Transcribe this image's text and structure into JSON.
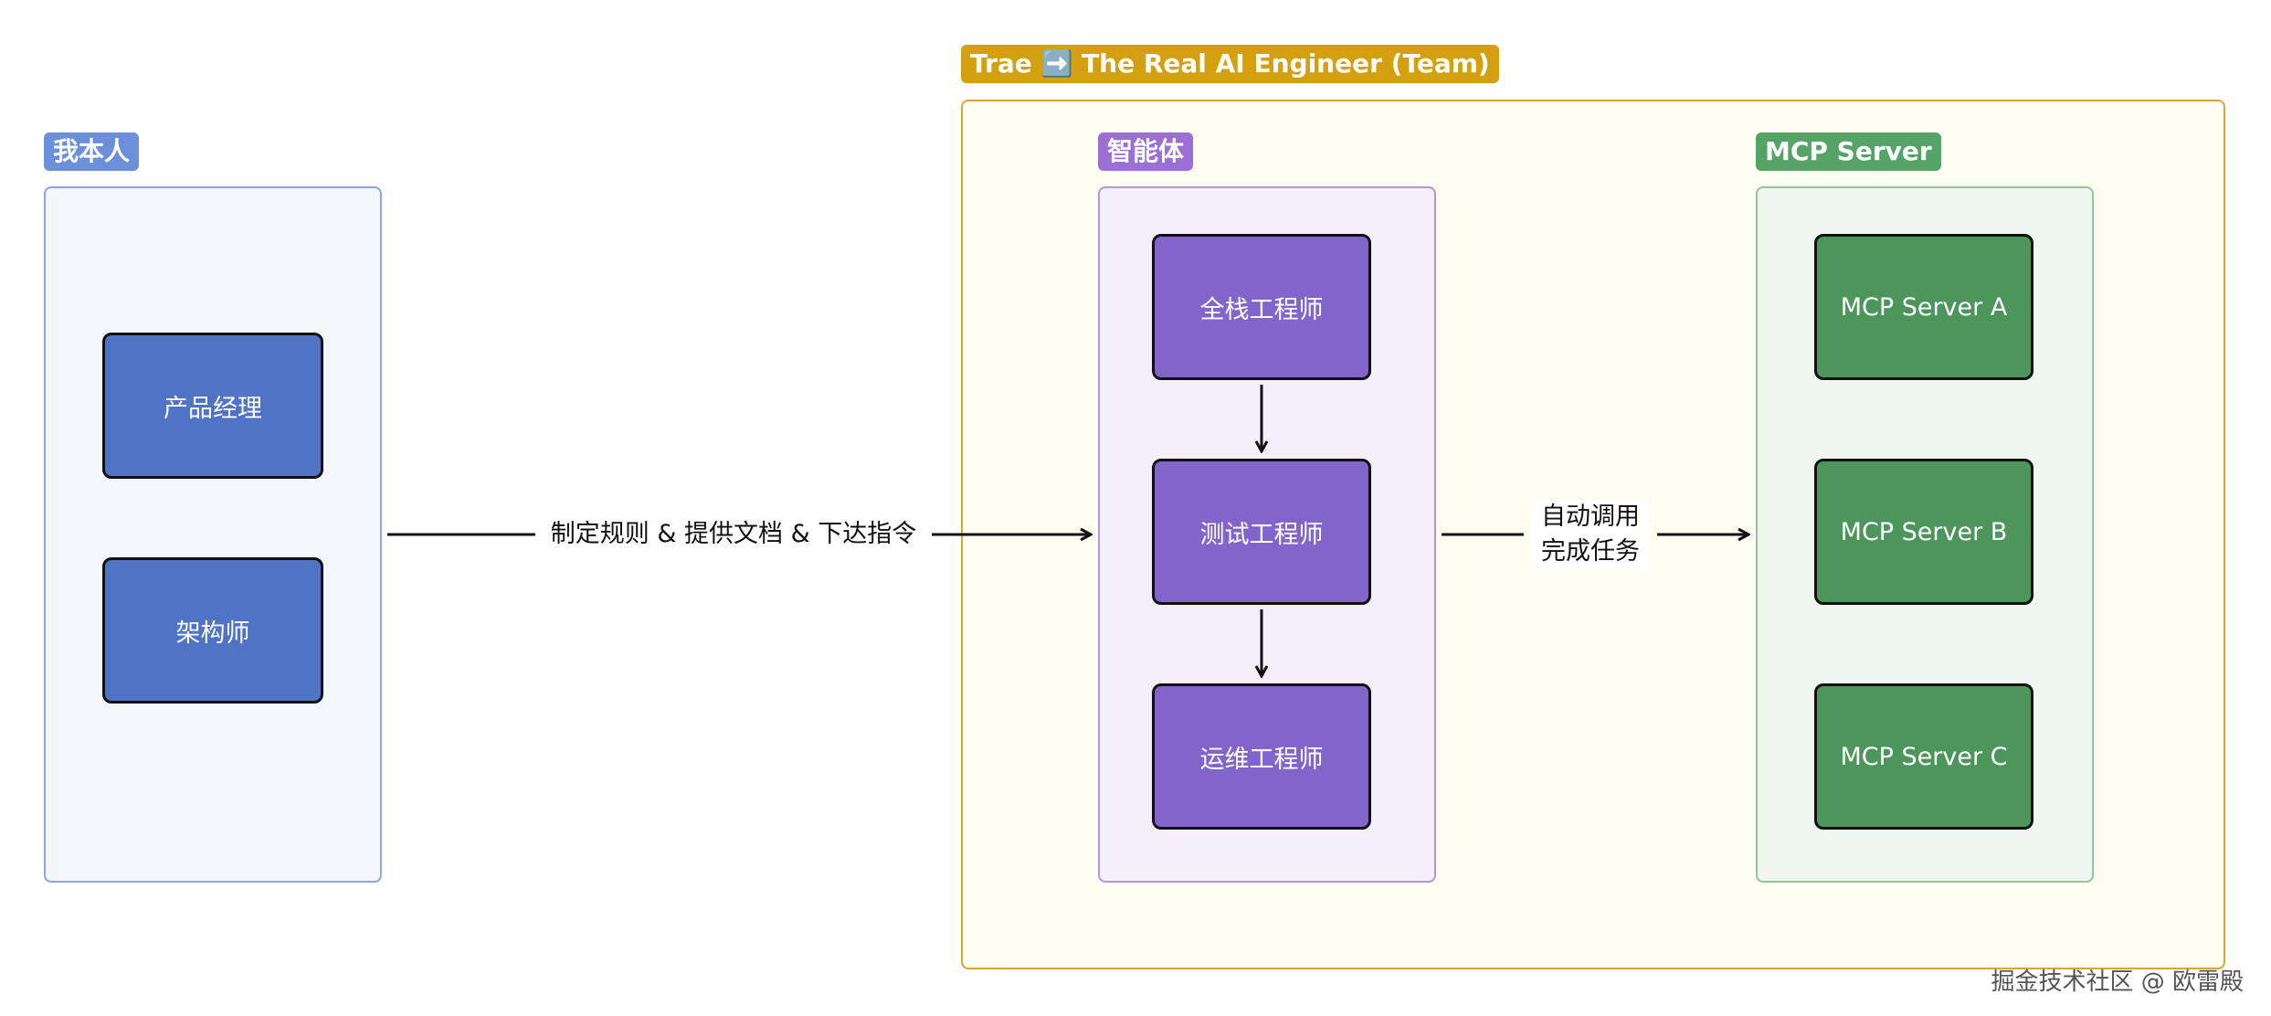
{
  "groups": {
    "self": {
      "label": "我本人",
      "color": "#5a7fd0"
    },
    "team": {
      "label": "Trae ➡️ The Real AI Engineer (Team)",
      "color": "#d29f14"
    },
    "agents": {
      "label": "智能体",
      "color": "#9a6fd6"
    },
    "mcp": {
      "label": "MCP Server",
      "color": "#4f9a5e"
    }
  },
  "nodes": {
    "pm": "产品经理",
    "architect": "架构师",
    "fullstack": "全栈工程师",
    "tester": "测试工程师",
    "ops": "运维工程师",
    "mcp_a": "MCP Server A",
    "mcp_b": "MCP Server B",
    "mcp_c": "MCP Server C"
  },
  "edges": {
    "self_to_agents": "制定规则 & 提供文档 & 下达指令",
    "agents_to_mcp_line1": "自动调用",
    "agents_to_mcp_line2": "完成任务"
  },
  "colors": {
    "self_node": "#4f74c5",
    "agent_node": "#8265ca",
    "mcp_node": "#4c955b"
  },
  "watermark": "掘金技术社区 @ 欧雷殿"
}
